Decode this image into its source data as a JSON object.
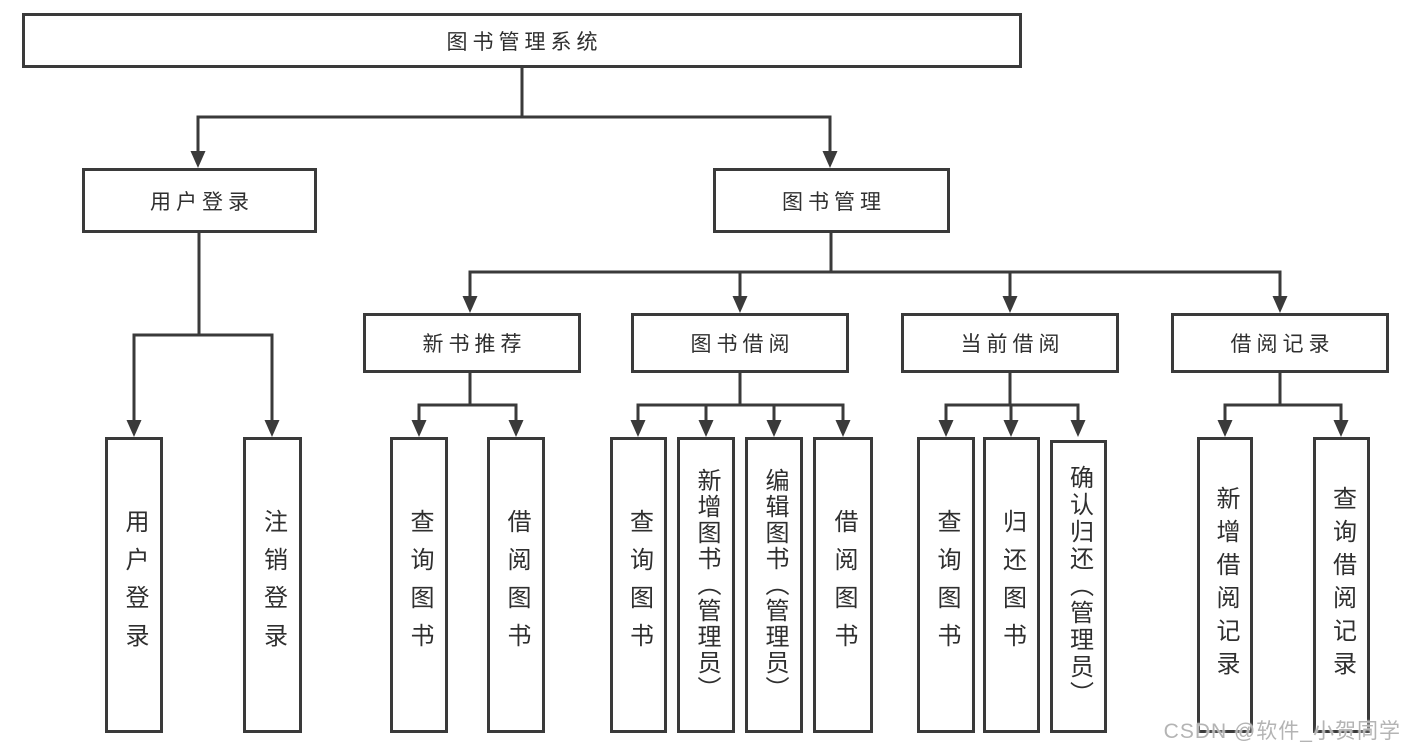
{
  "diagram": {
    "root": {
      "label": "图书管理系统"
    },
    "level2": {
      "user": {
        "label": "用户登录"
      },
      "book": {
        "label": "图书管理"
      }
    },
    "level3": {
      "recommend": {
        "label": "新书推荐"
      },
      "borrow": {
        "label": "图书借阅"
      },
      "current": {
        "label": "当前借阅"
      },
      "records": {
        "label": "借阅记录"
      }
    },
    "leaves": {
      "user_login": {
        "label": "用户登录"
      },
      "user_logout": {
        "label": "注销登录"
      },
      "recommend_query_books": {
        "label": "查询图书"
      },
      "recommend_borrow_books": {
        "label": "借阅图书"
      },
      "borrow_query_books": {
        "label": "查询图书"
      },
      "borrow_add_books_admin": {
        "label": "新增图书（管理员）"
      },
      "borrow_edit_books_admin": {
        "label": "编辑图书（管理员）"
      },
      "borrow_borrow_books": {
        "label": "借阅图书"
      },
      "current_query_books": {
        "label": "查询图书"
      },
      "current_return_books": {
        "label": "归还图书"
      },
      "current_confirm_return_admin": {
        "label": "确认归还（管理员）"
      },
      "records_add_record": {
        "label": "新增借阅记录"
      },
      "records_query_record": {
        "label": "查询借阅记录"
      }
    }
  },
  "watermark": {
    "text": "CSDN @软件_小贺同学"
  },
  "colors": {
    "line": "#3a3a3a",
    "box_border": "#3a3a3a",
    "text": "#2f2f2f",
    "watermark": "#b4b4b4",
    "background": "#ffffff"
  }
}
